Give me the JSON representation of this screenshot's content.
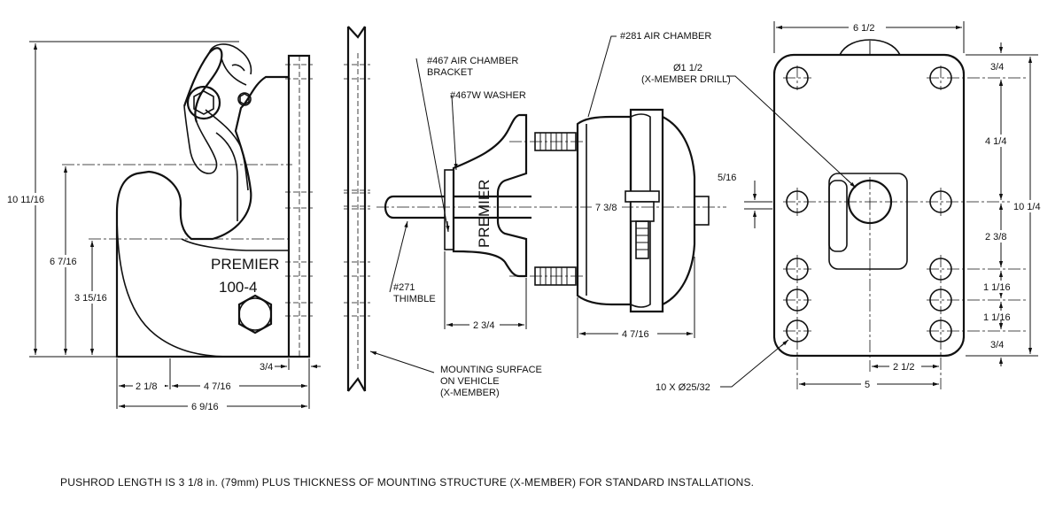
{
  "left_view": {
    "brand": "PREMIER",
    "model": "100-4",
    "dims": {
      "overall_height": "10 11/16",
      "height_mid": "6 7/16",
      "height_low": "3 15/16",
      "plate": "3/4",
      "width_a": "2 1/8",
      "width_b": "4 7/16",
      "width_total": "6 9/16"
    }
  },
  "mid_view": {
    "callouts": {
      "bracket": [
        "#467 AIR CHAMBER",
        "BRACKET"
      ],
      "washer": "#467W WASHER",
      "chamber": "#281 AIR CHAMBER",
      "thimble": [
        "#271",
        "THIMBLE"
      ],
      "mounting": [
        "MOUNTING SURFACE",
        "ON VEHICLE",
        "(X-MEMBER)"
      ]
    },
    "bracket_label": "PREMIER",
    "dims": {
      "length": "7 3/8",
      "bracket_depth": "2 3/4",
      "chamber_depth": "4 7/16"
    }
  },
  "right_view": {
    "drill_callout": [
      "Ø1 1/2",
      "(X-MEMBER DRILL)"
    ],
    "holes_callout": "10 X Ø25/32",
    "dims": {
      "width": "6 1/2",
      "height": "10 1/4",
      "top_edge": "3/4",
      "upper_spacing": "4 1/4",
      "offset": "5/16",
      "mid_spacing": "2 3/8",
      "low_spacing_1": "1 1/16",
      "low_spacing_2": "1 1/16",
      "bottom_edge": "3/4",
      "hole_offset": "2 1/2",
      "hole_width": "5"
    }
  },
  "note": "PUSHROD LENGTH IS 3 1/8 in. (79mm) PLUS THICKNESS OF MOUNTING STRUCTURE (X-MEMBER) FOR STANDARD INSTALLATIONS."
}
